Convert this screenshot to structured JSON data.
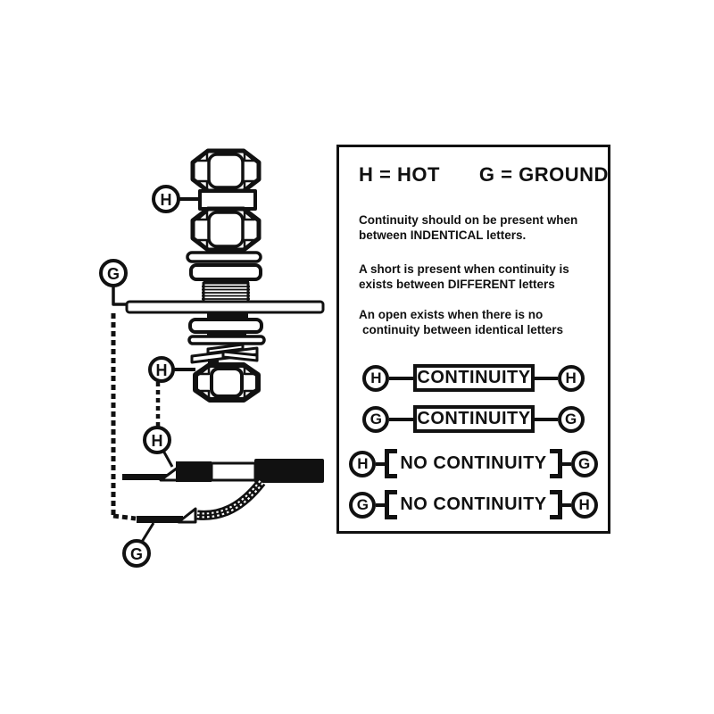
{
  "legend": {
    "heading": {
      "h": "H = HOT",
      "g": "G = GROUND"
    },
    "paragraphs": [
      {
        "line1": "Continuity should on be present when",
        "line2": "between INDENTICAL letters."
      },
      {
        "line1": "A short is present when continuity is",
        "line2": "exists between DIFFERENT letters"
      },
      {
        "line1": "An open exists when there is no",
        "line2": "continuity between identical letters"
      }
    ],
    "rows": [
      {
        "left": "H",
        "label": "CONTINUITY",
        "right": "H",
        "style": "box"
      },
      {
        "left": "G",
        "label": "CONTINUITY",
        "right": "G",
        "style": "box"
      },
      {
        "left": "H",
        "label": "NO CONTINUITY",
        "right": "G",
        "style": "bracket"
      },
      {
        "left": "G",
        "label": "NO CONTINUITY",
        "right": "H",
        "style": "bracket"
      }
    ]
  },
  "diagram": {
    "callouts": [
      {
        "letter": "H",
        "points_to": "top coupling nut"
      },
      {
        "letter": "G",
        "points_to": "mounting panel"
      },
      {
        "letter": "H",
        "points_to": "bottom hex nut"
      },
      {
        "letter": "H",
        "points_to": "coax center conductor"
      },
      {
        "letter": "G",
        "points_to": "coax shield braid"
      }
    ]
  },
  "colors": {
    "ink": "#111111",
    "background": "#ffffff"
  }
}
